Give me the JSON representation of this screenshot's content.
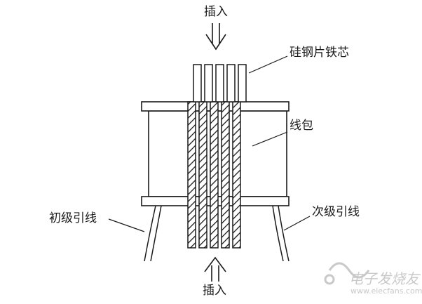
{
  "diagram": {
    "labels": {
      "insert_top": "插入",
      "insert_bottom": "插入",
      "core": "硅钢片铁芯",
      "coil": "线包",
      "primary_lead": "初级引线",
      "secondary_lead": "次级引线"
    },
    "watermark": {
      "main": "电子发烧友",
      "site": "www.elecfans.com"
    },
    "colors": {
      "ink": "#1a1a1a",
      "background": "#ffffff",
      "watermark": "#c9c9c9"
    }
  }
}
